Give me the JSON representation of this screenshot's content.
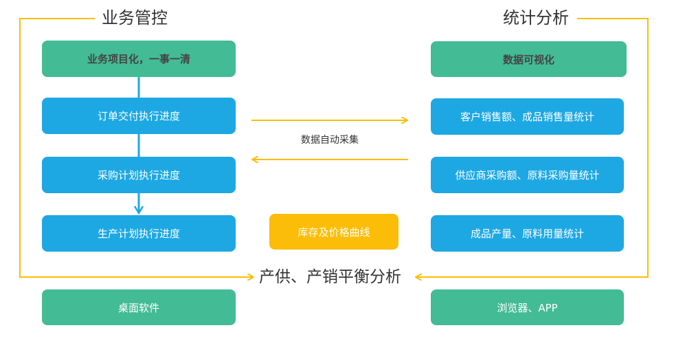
{
  "left_section": {
    "title": "业务管控",
    "header_box": "业务项目化，一事一清",
    "items": [
      "订单交付执行进度",
      "采购计划执行进度",
      "生产计划执行进度"
    ],
    "footer_box": "桌面软件"
  },
  "right_section": {
    "title": "统计分析",
    "header_box": "数据可视化",
    "items": [
      "客户销售额、成品销售量统计",
      "供应商采购额、原料采购量统计",
      "成品产量、原料用量统计"
    ],
    "footer_box": "浏览器、APP"
  },
  "center": {
    "sync_label": "数据自动采集",
    "inventory_box": "库存及价格曲线",
    "bottom_title": "产供、产销平衡分析"
  },
  "colors": {
    "green": "#43bb94",
    "blue": "#1da8e3",
    "orange": "#fbbd07",
    "border": "#fbbd07"
  }
}
